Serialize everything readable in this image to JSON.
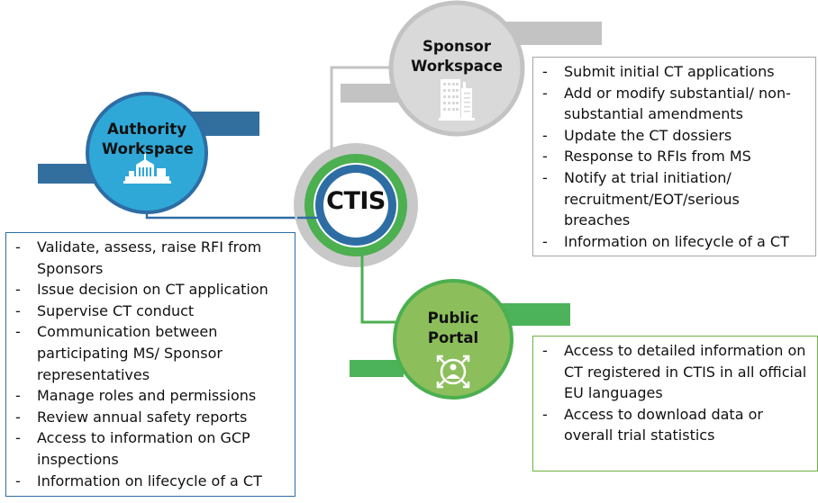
{
  "colors": {
    "authority_fill": "#2fa8d8",
    "authority_border": "#2e6da4",
    "authority_bar": "#336f9e",
    "sponsor_fill": "#d9d9d9",
    "sponsor_border": "#c3c3c3",
    "public_fill": "#8cbf5c",
    "public_border": "#4caf50",
    "public_bar": "#4db35a",
    "ctis_outer": "#c8c8c8",
    "ctis_green": "#4caf50",
    "ctis_blue": "#2e6da4"
  },
  "center": {
    "label": "CTIS"
  },
  "nodes": {
    "authority": {
      "title_line1": "Authority",
      "title_line2": "Workspace",
      "icon": "government-building-icon",
      "items": [
        "Validate, assess, raise RFI from Sponsors",
        "Issue decision on CT application",
        "Supervise CT conduct",
        "Communication between participating MS/ Sponsor representatives",
        "Manage roles and permissions",
        "Review annual safety reports",
        "Access to information on GCP inspections",
        "Information on lifecycle of a CT"
      ]
    },
    "sponsor": {
      "title_line1": "Sponsor",
      "title_line2": "Workspace",
      "icon": "office-building-icon",
      "items": [
        "Submit initial CT applications",
        "Add or modify substantial/ non-substantial amendments",
        "Update the CT dossiers",
        "Response to RFIs from MS",
        "Notify at trial initiation/ recruitment/EOT/serious breaches",
        "Information on lifecycle of a CT"
      ]
    },
    "public": {
      "title_line1": "Public",
      "title_line2": "Portal",
      "icon": "public-user-expand-icon",
      "items": [
        "Access to detailed information on CT registered in CTIS in all official EU languages",
        "Access to download data or overall trial statistics"
      ]
    }
  },
  "bullet": "-"
}
